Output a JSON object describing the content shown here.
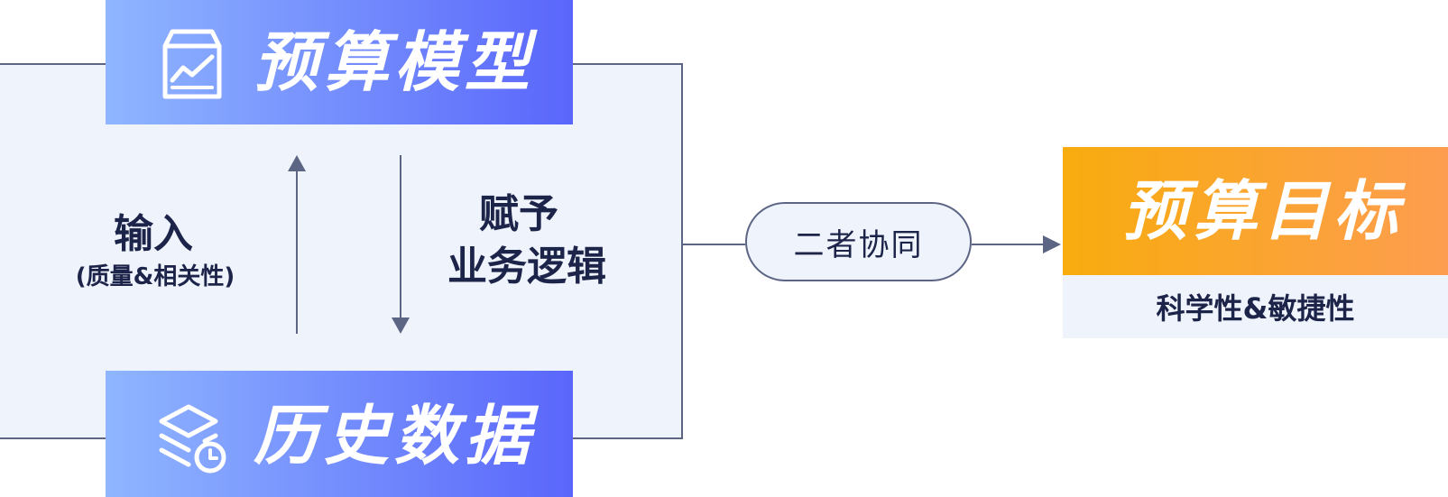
{
  "model_header": {
    "title": "预算模型",
    "icon": "chart-box-icon"
  },
  "history_header": {
    "title": "历史数据",
    "icon": "data-layers-clock-icon"
  },
  "left_flow": {
    "label": "输入",
    "sublabel": "(质量&相关性)"
  },
  "right_flow": {
    "line1": "赋予",
    "line2": "业务逻辑"
  },
  "connector": {
    "label": "二者协同"
  },
  "target": {
    "title": "预算目标",
    "subtitle": "科学性&敏捷性"
  },
  "colors": {
    "blue_start": "#8fb6ff",
    "blue_end": "#5a66fb",
    "orange_start": "#f8ac0e",
    "orange_end": "#fd9d50",
    "panel_bg": "#eff4fc",
    "line": "#5d6585",
    "text_dark": "#1d2449"
  }
}
